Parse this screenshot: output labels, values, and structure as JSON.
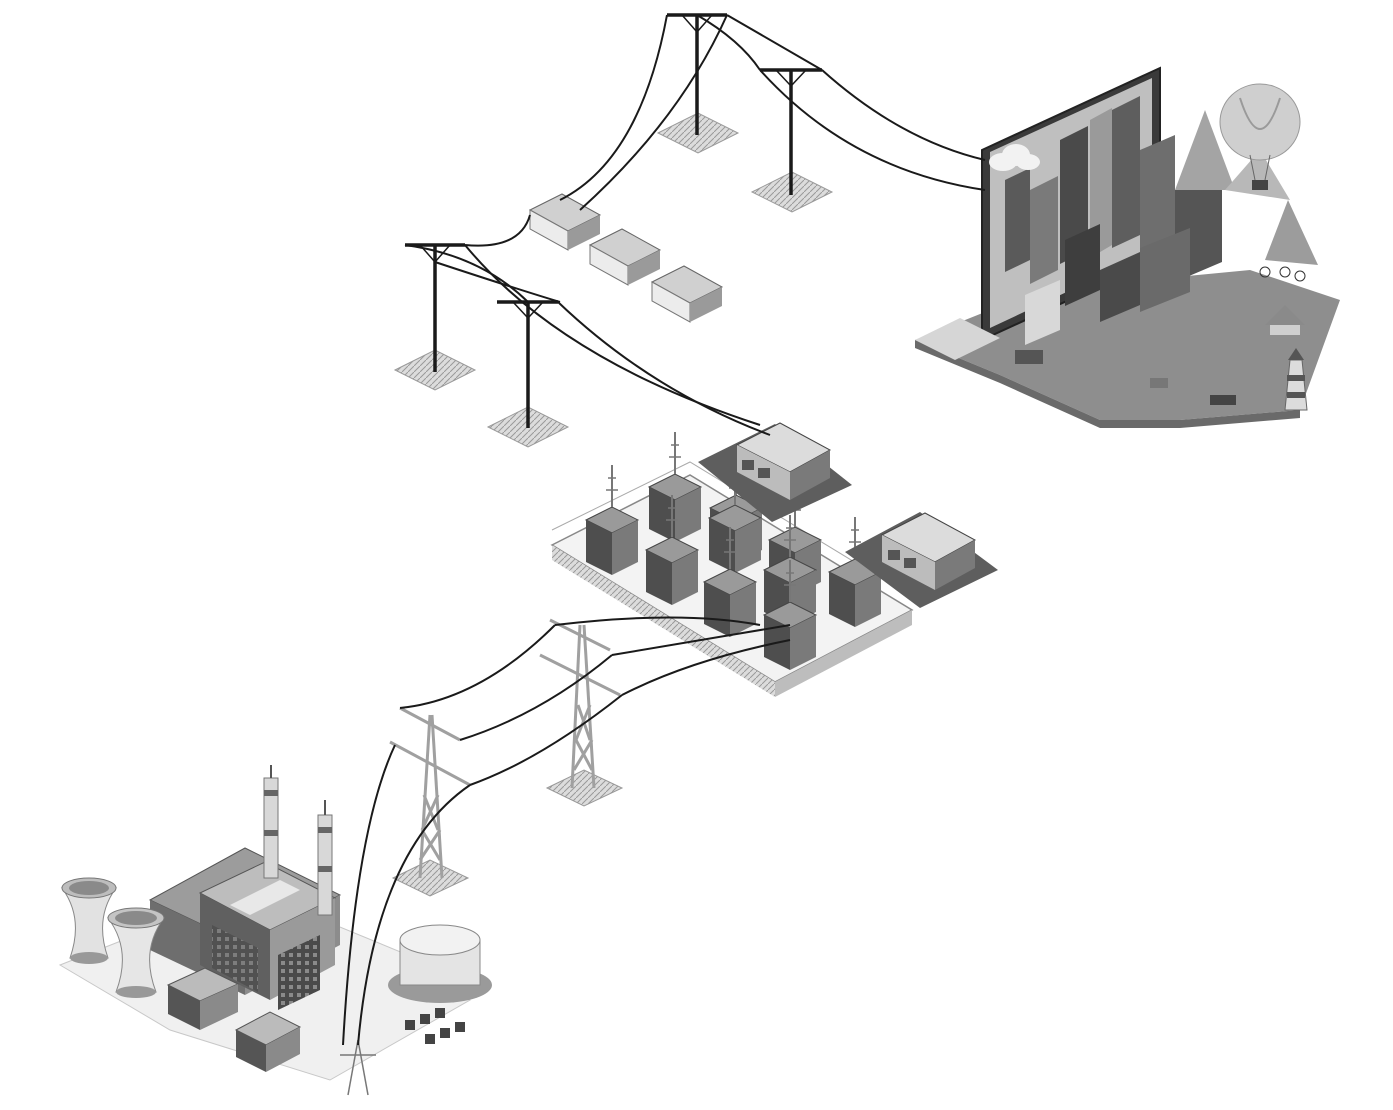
{
  "scene": {
    "kind": "isometric-illustration",
    "palette": {
      "background": "#ffffff",
      "light": "#e6e6e6",
      "mid": "#a8a8a8",
      "dark": "#555555",
      "darkest": "#222222",
      "wire": "#1a1a1a"
    },
    "parts": [
      "power-plant",
      "steel-transmission-towers",
      "transformer-substation",
      "service-buildings",
      "utility-poles",
      "small-substation-buildings",
      "smart-city-screen"
    ]
  }
}
